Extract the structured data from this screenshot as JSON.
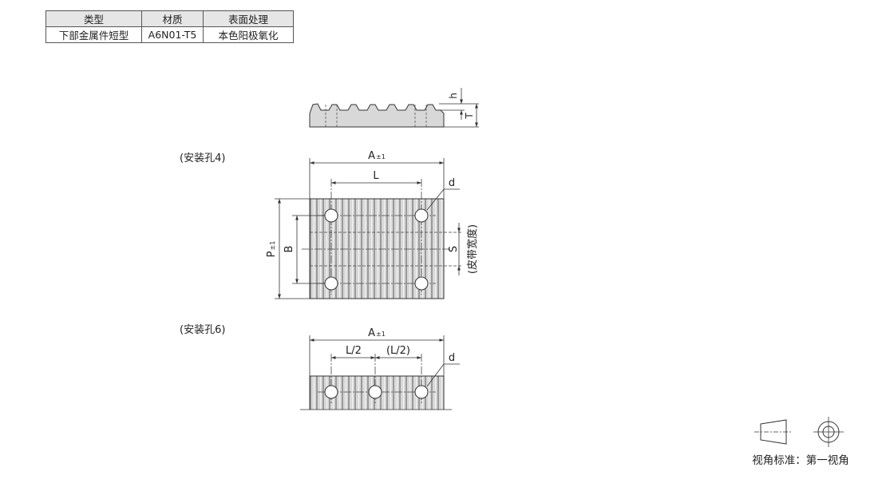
{
  "spec_table": {
    "headers": [
      "类型",
      "材质",
      "表面处理"
    ],
    "row": [
      "下部金属件短型",
      "A6N01-T5",
      "本色阳极氧化"
    ]
  },
  "drawing": {
    "side_view": {
      "dim_h": "h",
      "dim_t": "T"
    },
    "top_view_4": {
      "caption": "(安装孔4)",
      "dim_a": "A",
      "dim_a_tol": "±1",
      "dim_l": "L",
      "dim_d": "d",
      "dim_p": "P",
      "dim_p_tol": "±1",
      "dim_b": "B",
      "dim_s": "S",
      "belt_width_note": "(皮带宽度)"
    },
    "top_view_6": {
      "caption": "(安装孔6)",
      "dim_a": "A",
      "dim_a_tol": "±1",
      "dim_l_half": "L/2",
      "dim_l_half_ref": "(L/2)",
      "dim_d": "d"
    },
    "projection": {
      "label": "视角标准：第一视角"
    }
  },
  "colors": {
    "part_fill": "#d6d6d6",
    "line": "#333333",
    "header_fill": "#e6e6e6"
  }
}
